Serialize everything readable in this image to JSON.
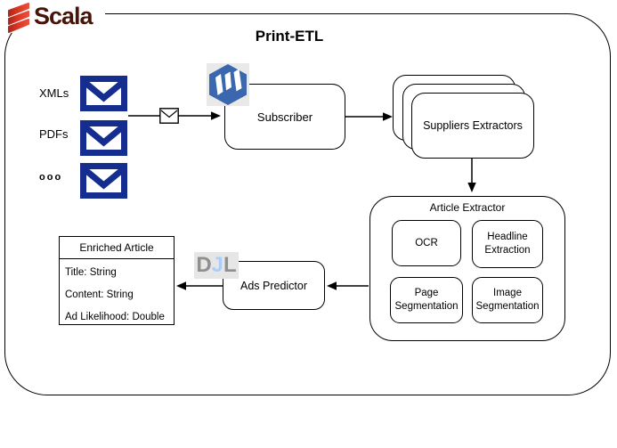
{
  "diagram": {
    "title": "Print-ETL",
    "brand": {
      "name": "Scala"
    },
    "sources": {
      "items": [
        {
          "label": "XMLs"
        },
        {
          "label": "PDFs"
        },
        {
          "label": "ooo"
        }
      ]
    },
    "subscriber": {
      "label": "Subscriber"
    },
    "suppliers_extractors": {
      "label": "Suppliers Extractors"
    },
    "article_extractor": {
      "title": "Article Extractor",
      "components": [
        {
          "label": "OCR"
        },
        {
          "label": "Headline Extraction"
        },
        {
          "label": "Page Segmentation"
        },
        {
          "label": "Image Segmentation"
        }
      ]
    },
    "ads_predictor": {
      "label": "Ads Predictor",
      "logo": {
        "d": "D",
        "j": "J",
        "l": "L"
      }
    },
    "enriched_article": {
      "title": "Enriched Article",
      "fields": [
        {
          "text": "Title: String"
        },
        {
          "text": "Content: String"
        },
        {
          "text": "Ad Likelihood: Double"
        }
      ]
    },
    "colors": {
      "envelope_navy": "#142d8f",
      "scala_red": "#de3423",
      "scala_wordmark": "#47140a",
      "mq_hexagon_blue": "#3a67ad",
      "djl_gray": "#8f8f8f",
      "djl_blue": "#abcef8",
      "logo_background": "#e9e9e9"
    }
  }
}
